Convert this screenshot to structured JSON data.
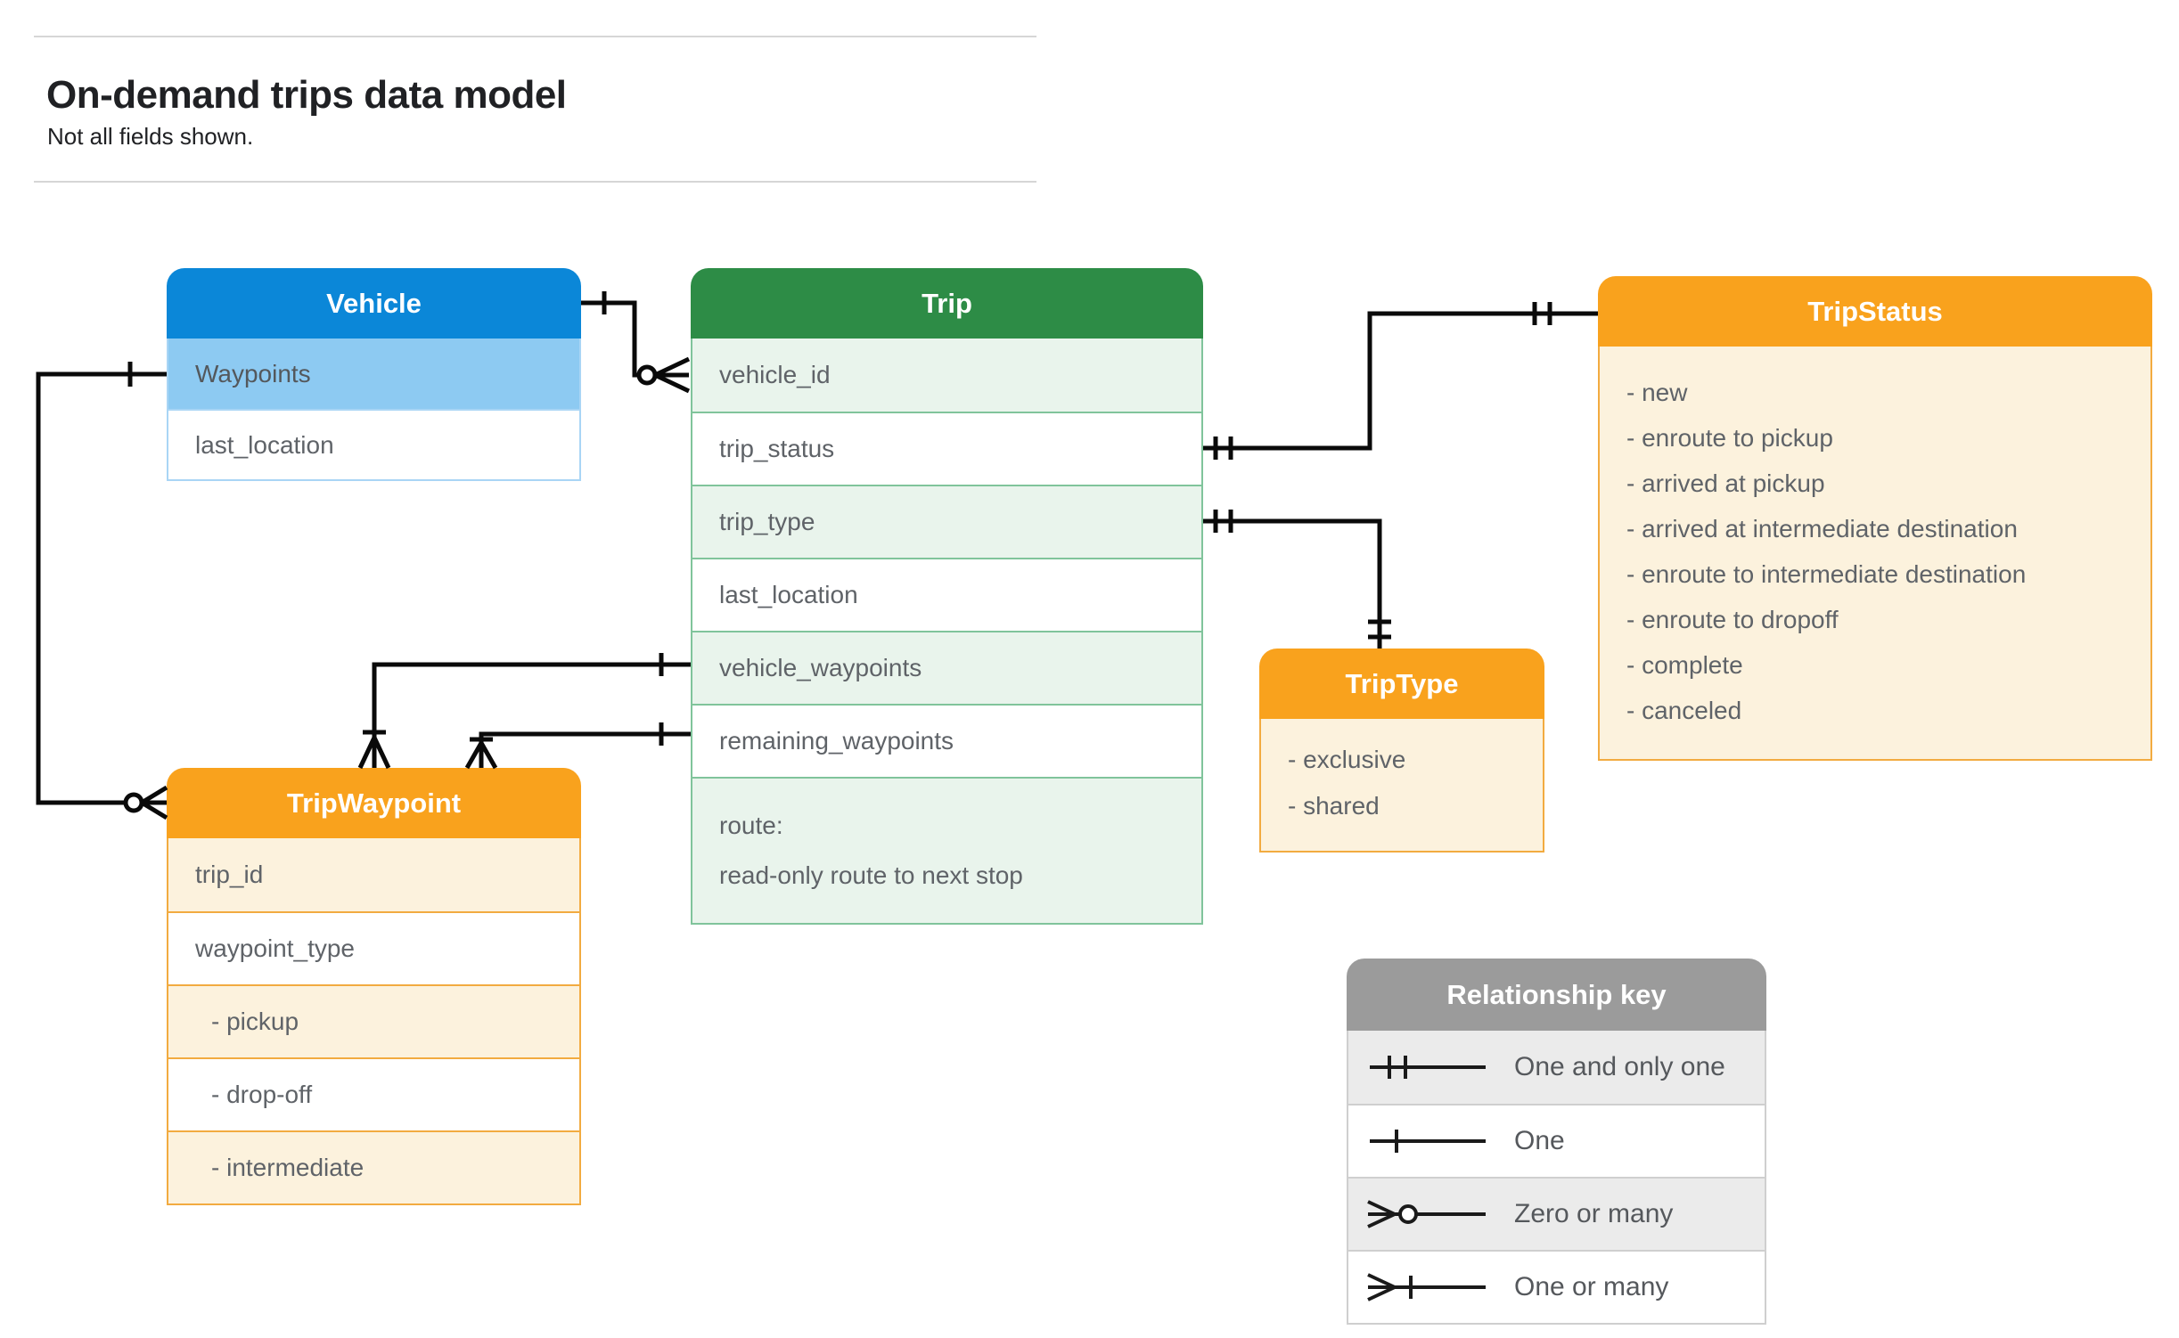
{
  "page": {
    "title": "On-demand trips data model",
    "subtitle": "Not all fields shown."
  },
  "entities": {
    "vehicle": {
      "title": "Vehicle",
      "fields": {
        "waypoints": "Waypoints",
        "last_location": "last_location"
      }
    },
    "trip": {
      "title": "Trip",
      "fields": {
        "vehicle_id": "vehicle_id",
        "trip_status": "trip_status",
        "trip_type": "trip_type",
        "last_location": "last_location",
        "vehicle_waypoints": "vehicle_waypoints",
        "remaining_waypoints": "remaining_waypoints",
        "route_line1": "route:",
        "route_line2": "read-only route to next stop"
      }
    },
    "trip_status": {
      "title": "TripStatus",
      "values": [
        "- new",
        "- enroute to pickup",
        "- arrived at pickup",
        "- arrived at intermediate destination",
        "- enroute to intermediate destination",
        "- enroute to dropoff",
        "- complete",
        "- canceled"
      ]
    },
    "trip_type": {
      "title": "TripType",
      "values": [
        "- exclusive",
        "- shared"
      ]
    },
    "trip_waypoint": {
      "title": "TripWaypoint",
      "fields": {
        "trip_id": "trip_id",
        "waypoint_type": "waypoint_type",
        "pickup": "- pickup",
        "drop_off": "- drop-off",
        "intermediate": "- intermediate"
      }
    }
  },
  "connectors": [
    {
      "from": "Vehicle",
      "to": "Trip.vehicle_id",
      "from_end": "one",
      "to_end": "zero-or-many"
    },
    {
      "from": "Vehicle.Waypoints",
      "to": "TripWaypoint",
      "from_end": "one",
      "to_end": "zero-or-many"
    },
    {
      "from": "Trip.trip_status",
      "to": "TripStatus",
      "from_end": "one-and-only-one",
      "to_end": "one-and-only-one"
    },
    {
      "from": "Trip.trip_type",
      "to": "TripType",
      "from_end": "one-and-only-one",
      "to_end": "one-and-only-one"
    },
    {
      "from": "Trip.vehicle_waypoints",
      "to": "TripWaypoint",
      "from_end": "one",
      "to_end": "one-or-many"
    },
    {
      "from": "Trip.remaining_waypoints",
      "to": "TripWaypoint",
      "from_end": "one",
      "to_end": "one-or-many"
    }
  ],
  "relationship_key": {
    "title": "Relationship key",
    "rows": [
      {
        "symbol": "one-and-only-one",
        "label": "One and only one"
      },
      {
        "symbol": "one",
        "label": "One"
      },
      {
        "symbol": "zero-or-many",
        "label": "Zero or many"
      },
      {
        "symbol": "one-or-many",
        "label": "One or many"
      }
    ]
  },
  "colors": {
    "vehicle_header": "#0b87d8",
    "vehicle_highlight": "#8dcaf2",
    "trip_header": "#2d8c46",
    "trip_row_tint": "#e9f4ec",
    "trip_border": "#80c49b",
    "orange_header": "#f9a21d",
    "orange_tint": "#fcf2dd",
    "orange_border": "#f2ab40",
    "key_header": "#9b9b9b",
    "key_row_tint": "#ebebeb",
    "wire": "#0a0a0a"
  }
}
